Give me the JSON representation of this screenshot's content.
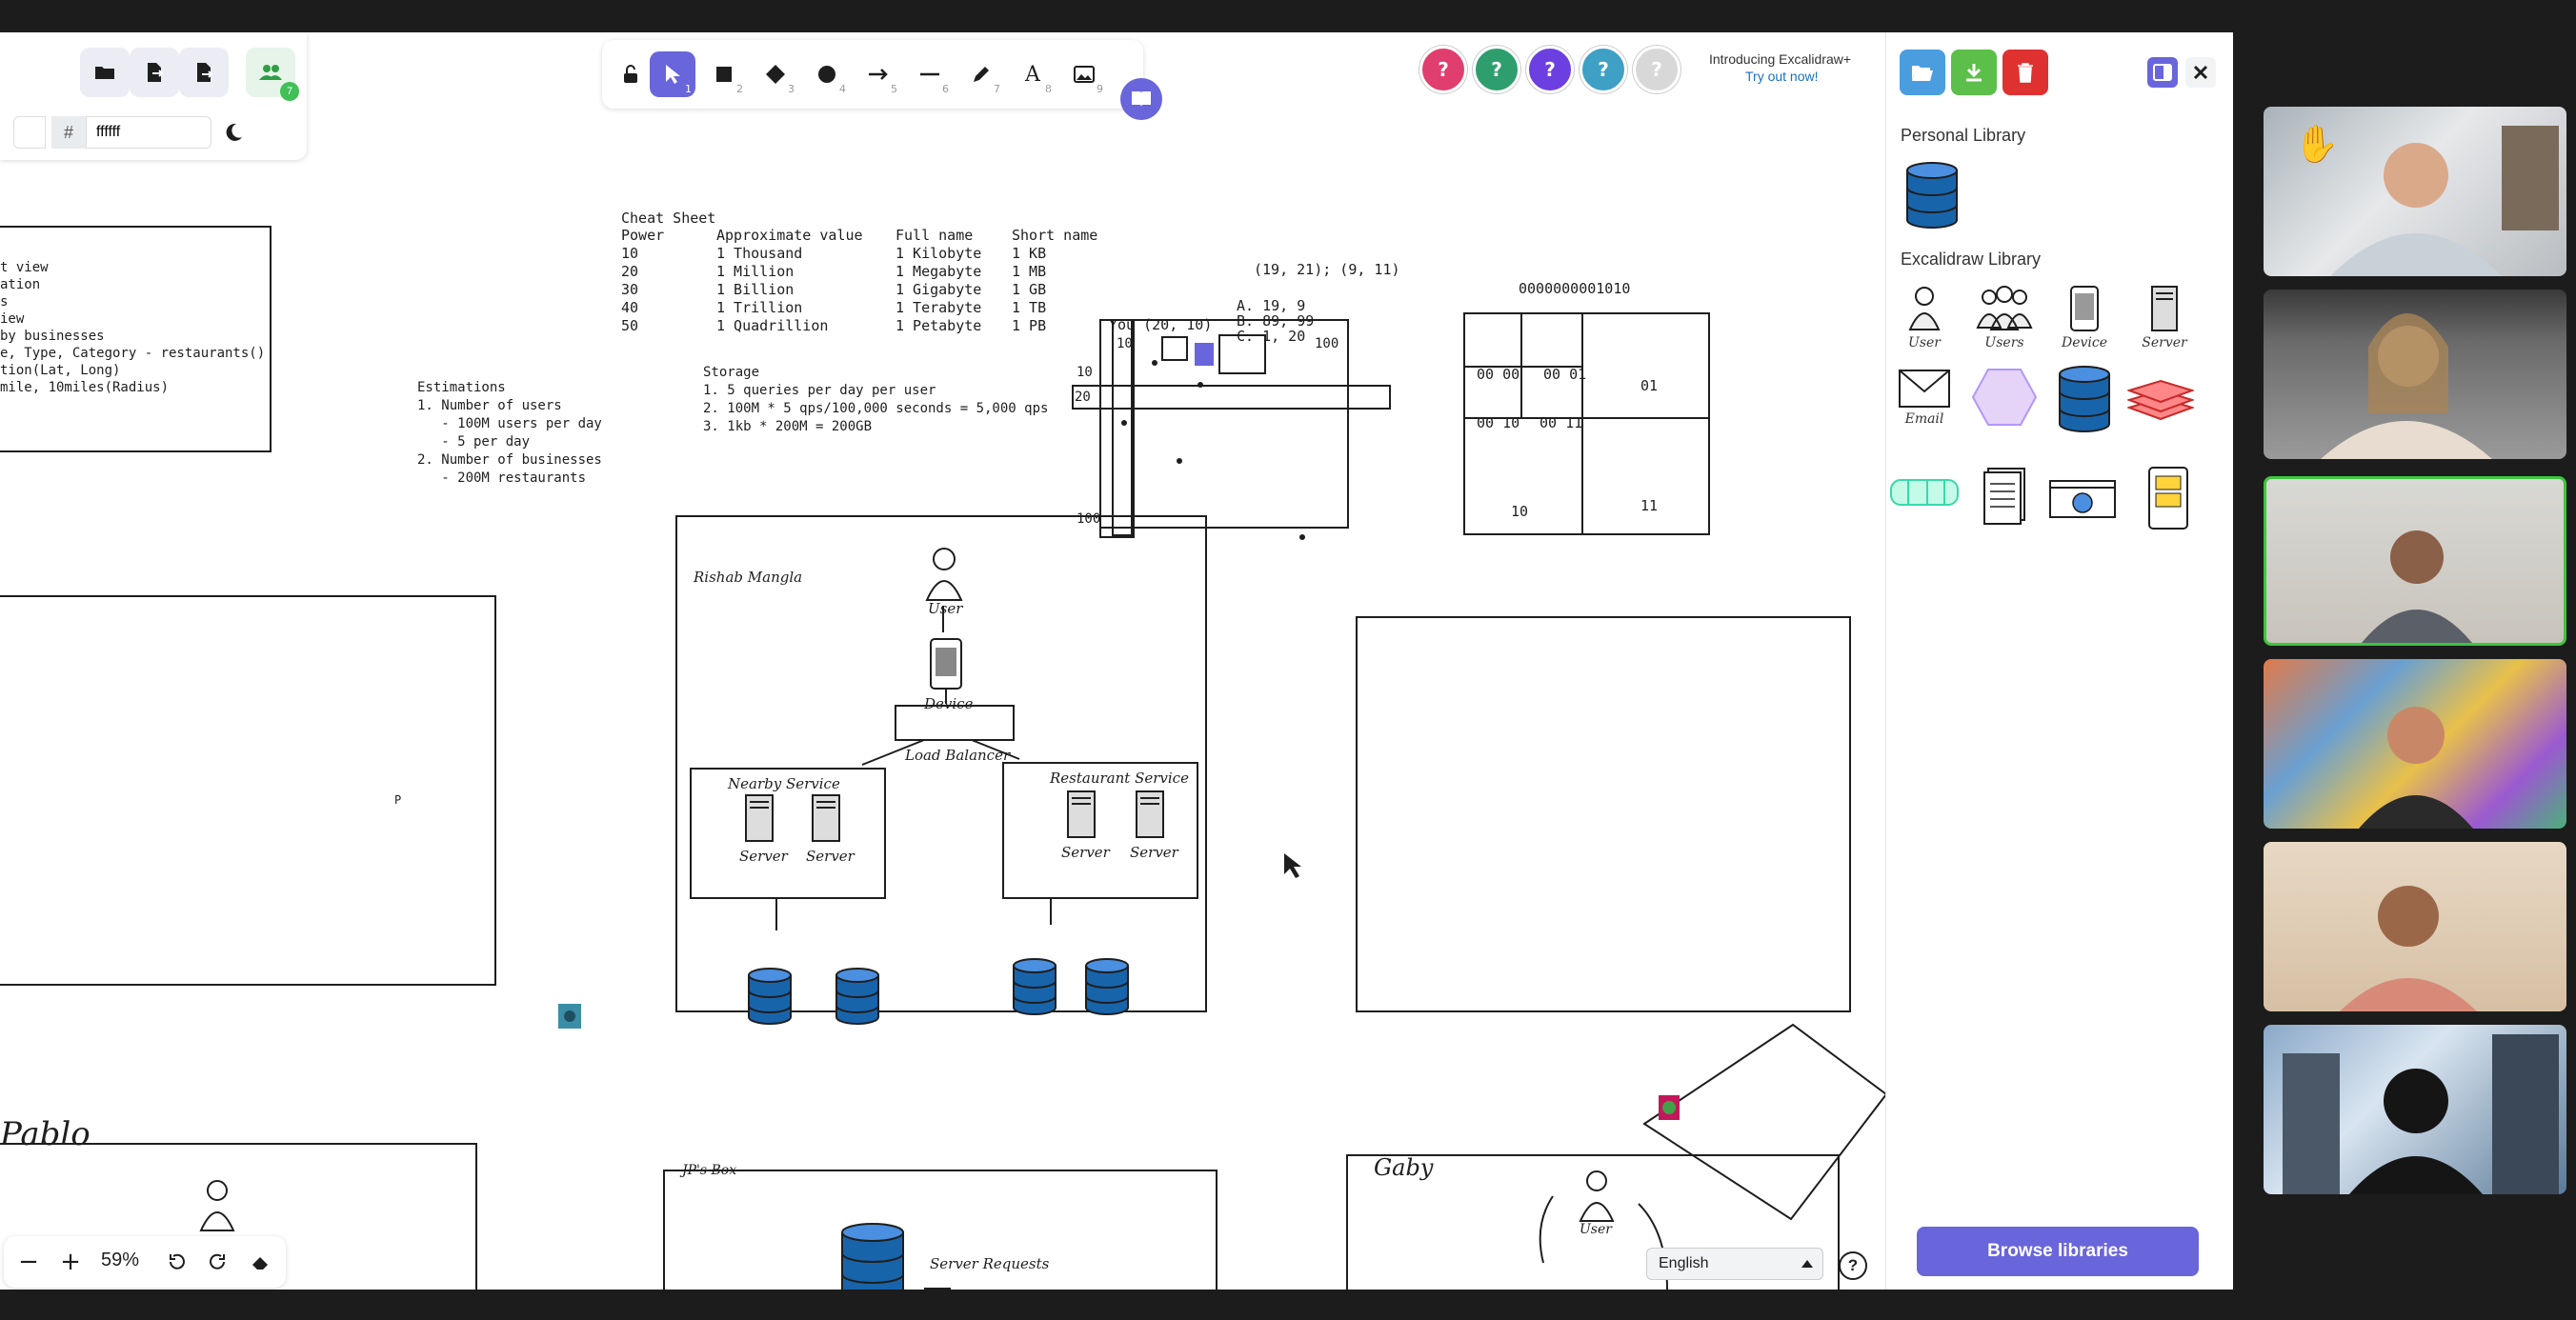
{
  "toolbar": {
    "numbers": [
      "1",
      "2",
      "3",
      "4",
      "5",
      "6",
      "7",
      "8",
      "9"
    ]
  },
  "color_panel": {
    "hash": "#",
    "hex_value": "ffffff"
  },
  "collab": {
    "count": "7"
  },
  "avatars": [
    {
      "label": "?",
      "color": "#e03e6f"
    },
    {
      "label": "?",
      "color": "#2f9e6e"
    },
    {
      "label": "?",
      "color": "#6c3fe0"
    },
    {
      "label": "?",
      "color": "#3da0c4"
    },
    {
      "label": "?",
      "color": "#d8d8d8"
    }
  ],
  "promo": {
    "title": "Introducing Excalidraw+",
    "link": "Try out now!"
  },
  "library": {
    "personal_title": "Personal Library",
    "excalidraw_title": "Excalidraw Library",
    "items": [
      "User",
      "Users",
      "Device",
      "Server",
      "Email"
    ],
    "browse_label": "Browse libraries"
  },
  "footer": {
    "zoom": "59%",
    "minus": "−",
    "plus": "+",
    "language": "English",
    "help": "?"
  },
  "canvas": {
    "cheat_sheet": {
      "title": "Cheat Sheet",
      "headers": [
        "Power",
        "Approximate value",
        "Full name",
        "Short name"
      ],
      "rows": [
        [
          "10",
          "1 Thousand",
          "1 Kilobyte",
          "1 KB"
        ],
        [
          "20",
          "1 Million",
          "1 Megabyte",
          "1 MB"
        ],
        [
          "30",
          "1 Billion",
          "1 Gigabyte",
          "1 GB"
        ],
        [
          "40",
          "1 Trillion",
          "1 Terabyte",
          "1 TB"
        ],
        [
          "50",
          "1 Quadrillion",
          "1 Petabyte",
          "1 PB"
        ]
      ]
    },
    "estimations": [
      "Estimations",
      "1. Number of users",
      "   - 100M users per day",
      "   - 5 per day",
      "2. Number of businesses",
      "   - 200M restaurants"
    ],
    "storage": [
      "Storage",
      "1. 5 queries per day per user",
      "2. 100M * 5 qps/100,000 seconds = 5,000 qps",
      "3. 1kb * 200M = 200GB"
    ],
    "left_box_lines": [
      "t view",
      "ation",
      "s",
      "iew",
      "by businesses",
      "e, Type, Category - restaurants()",
      "tion(Lat, Long)",
      "mile, 10miles(Radius)"
    ],
    "grid_labels": {
      "you": "You (20, 10)",
      "coords": "(19, 21); (9, 11)",
      "a": "A. 19, 9",
      "b": "B. 89, 99",
      "c": "C. 1, 20",
      "n10": "10",
      "n100": "100",
      "n10b": "10",
      "n20": "20",
      "n100b": "100"
    },
    "quad": {
      "title": "0000000001010",
      "cells": [
        "00 00",
        "00 01",
        "00 10",
        "00 11",
        "01",
        "10",
        "11"
      ]
    },
    "diagram": {
      "author": "Rishab Mangla",
      "user": "User",
      "device": "Device",
      "lb": "Load Balancer",
      "nearby": "Nearby Service",
      "restaurant": "Restaurant Service",
      "server": "Server"
    },
    "p_label": "P",
    "pablo": "Pablo",
    "jp_box": "JP's Box",
    "server_requests": "Server Requests",
    "gaby": "Gaby",
    "user_small": "User"
  }
}
